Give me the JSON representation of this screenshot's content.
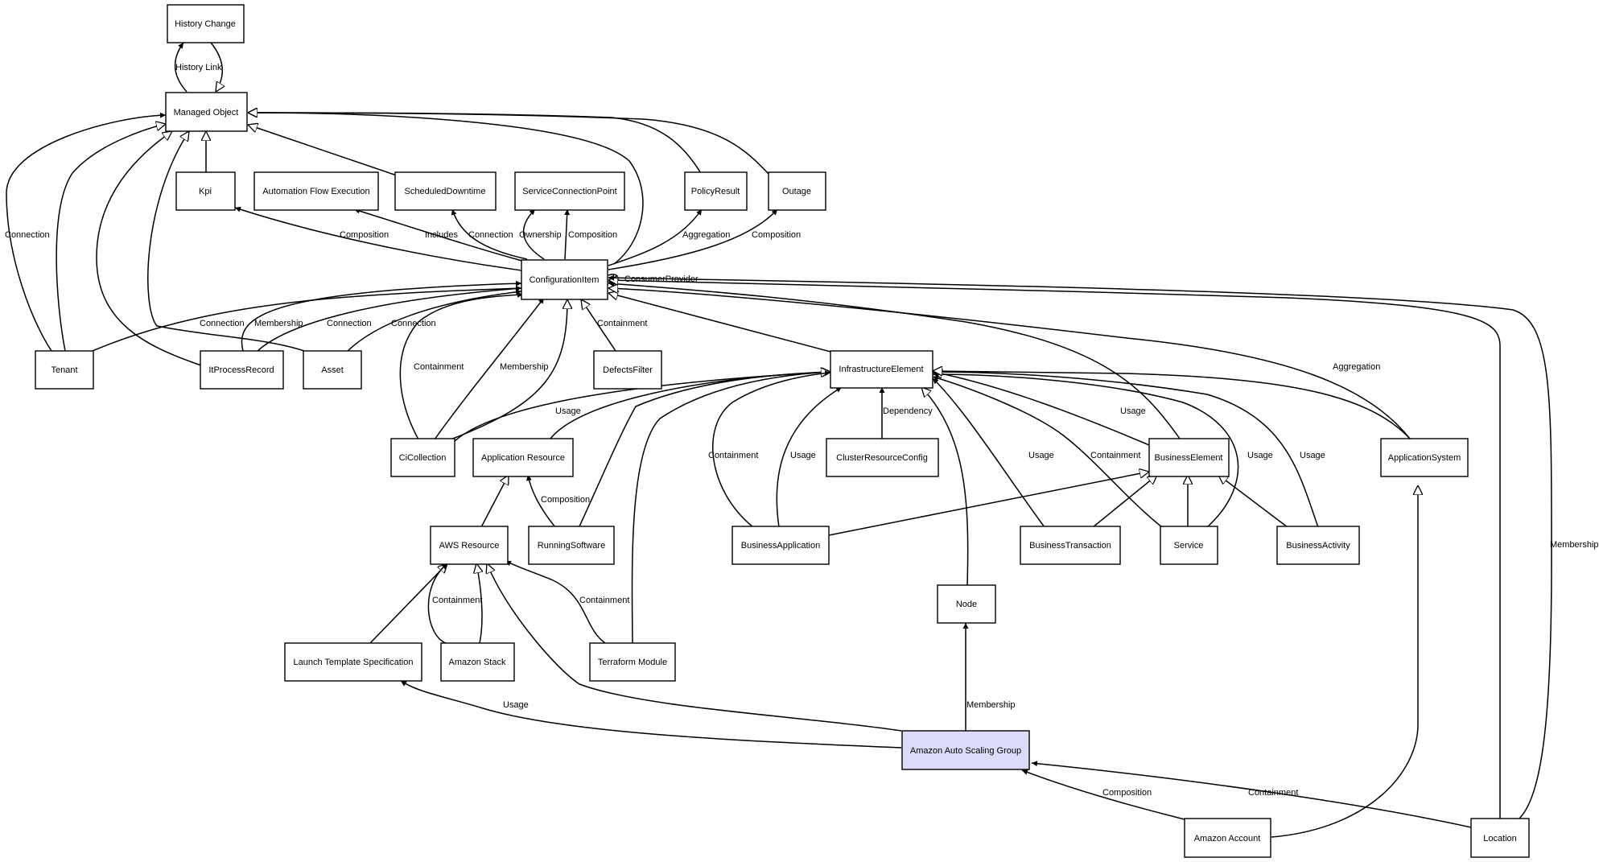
{
  "diagram": {
    "nodes": {
      "history_change": "History Change",
      "managed_object": "Managed Object",
      "kpi": "Kpi",
      "automation_flow_execution": "Automation Flow Execution",
      "scheduled_downtime": "ScheduledDowntime",
      "service_connection_point": "ServiceConnectionPoint",
      "policy_result": "PolicyResult",
      "outage": "Outage",
      "configuration_item": "ConfigurationItem",
      "tenant": "Tenant",
      "it_process_record": "ItProcessRecord",
      "asset": "Asset",
      "defects_filter": "DefectsFilter",
      "infrastructure_element": "InfrastructureElement",
      "ci_collection": "CiCollection",
      "application_resource": "Application Resource",
      "cluster_resource_config": "ClusterResourceConfig",
      "business_element": "BusinessElement",
      "application_system": "ApplicationSystem",
      "aws_resource": "AWS Resource",
      "running_software": "RunningSoftware",
      "business_application": "BusinessApplication",
      "business_transaction": "BusinessTransaction",
      "service": "Service",
      "business_activity": "BusinessActivity",
      "node": "Node",
      "launch_template_specification": "Launch Template Specification",
      "amazon_stack": "Amazon Stack",
      "terraform_module": "Terraform Module",
      "amazon_auto_scaling_group": "Amazon Auto Scaling Group",
      "amazon_account": "Amazon Account",
      "location": "Location"
    },
    "edge_labels": {
      "history_link": "History Link",
      "tenant_mo_connection": "Connection",
      "ci_kpi_composition": "Composition",
      "ci_afe_includes": "Includes",
      "ci_sd_connection": "Connection",
      "ci_scp_ownership": "Ownership",
      "ci_scp_composition": "Composition",
      "ci_pr_aggregation": "Aggregation",
      "ci_outage_composition": "Composition",
      "ci_self_consumer_provider": "ConsumerProvider",
      "tenant_ci_connection": "Connection",
      "itpr_ci_membership": "Membership",
      "itpr_ci_connection": "Connection",
      "asset_ci_connection": "Connection",
      "cicoll_ci_containment": "Containment",
      "cicoll_ci_membership": "Membership",
      "defects_ci_containment": "Containment",
      "appsys_ci_aggregation": "Aggregation",
      "cicoll_ie_usage": "Usage",
      "crc_ie_dependency": "Dependency",
      "be_ie_usage": "Usage",
      "ba_ie_containment": "Containment",
      "ba_ie_usage": "Usage",
      "bt_ie_usage": "Usage",
      "svc_ie_containment": "Containment",
      "svc_ie_usage": "Usage",
      "bact_ie_usage": "Usage",
      "rs_ar_composition": "Composition",
      "stack_aws_containment": "Containment",
      "tf_aws_containment": "Containment",
      "location_ci_membership": "Membership",
      "asg_lts_usage": "Usage",
      "asg_node_membership": "Membership",
      "account_asg_composition": "Composition",
      "location_asg_containment": "Containment"
    }
  }
}
